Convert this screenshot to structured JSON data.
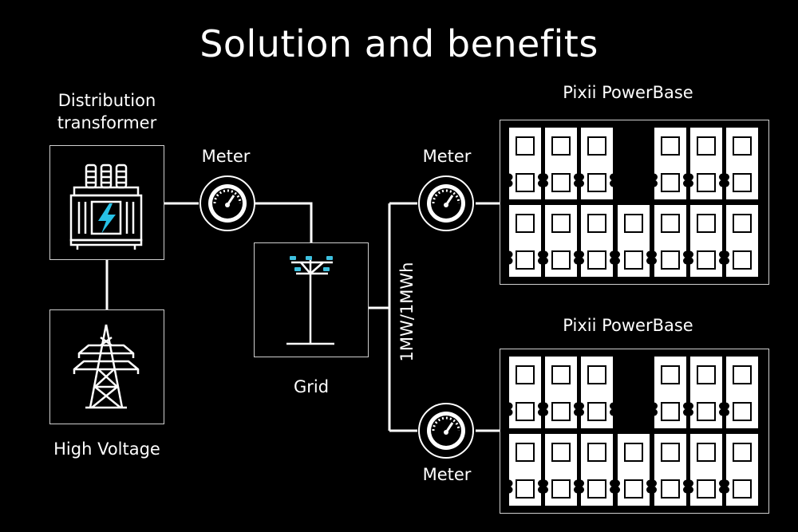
{
  "title": "Solution and benefits",
  "transformer": {
    "label_line1": "Distribution",
    "label_line2": "transformer"
  },
  "high_voltage": {
    "label": "High Voltage"
  },
  "meter_top_left": {
    "label": "Meter"
  },
  "meter_top_right": {
    "label": "Meter"
  },
  "meter_bottom": {
    "label": "Meter"
  },
  "grid": {
    "label": "Grid"
  },
  "rating": {
    "label": "1MW/1MWh"
  },
  "powerbase_top": {
    "label": "Pixii PowerBase"
  },
  "powerbase_bottom": {
    "label": "Pixii PowerBase"
  },
  "colors": {
    "line": "#ffffff",
    "accent": "#3ec1e0",
    "bolt": "#27c1e6"
  },
  "icons": [
    "transformer-icon",
    "pylon-icon",
    "meter-gauge-icon",
    "utility-pole-icon",
    "battery-module-icon"
  ]
}
